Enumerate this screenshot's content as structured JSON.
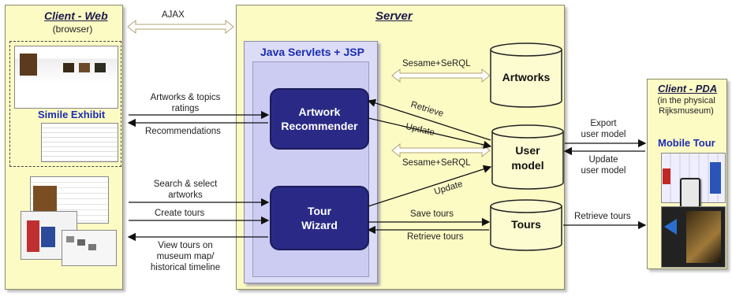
{
  "client_web": {
    "title": "Client - Web",
    "subtitle": "(browser)",
    "exhibit": "Simile Exhibit"
  },
  "server": {
    "title": "Server",
    "servlets": "Java Servlets + JSP"
  },
  "client_pda": {
    "title": "Client - PDA",
    "subtitle_1": "(in the physical",
    "subtitle_2": "Rijksmuseum)",
    "app": "Mobile Tour"
  },
  "components": {
    "recommender_1": "Artwork",
    "recommender_2": "Recommender",
    "wizard_1": "Tour",
    "wizard_2": "Wizard",
    "artworks_db": "Artworks",
    "user_model_1": "User",
    "user_model_2": "model",
    "tours_db": "Tours"
  },
  "labels": {
    "ajax": "AJAX",
    "sesame_top": "Sesame+SeRQL",
    "sesame_bottom": "Sesame+SeRQL",
    "artworks_topics_1": "Artworks & topics",
    "artworks_topics_2": "ratings",
    "recommendations": "Recommendations",
    "search_1": "Search & select",
    "search_2": "artworks",
    "create_tours": "Create tours",
    "view_1": "View tours on",
    "view_2": "museum map/",
    "view_3": "historical timeline",
    "retrieve": "Retrieve",
    "update_1": "Update",
    "update_2": "Update",
    "save_tours": "Save tours",
    "retrieve_tours_left": "Retrieve tours",
    "export_1": "Export",
    "export_2": "user model",
    "upd_um_1": "Update",
    "upd_um_2": "user model",
    "retrieve_tours_right": "Retrieve tours"
  }
}
